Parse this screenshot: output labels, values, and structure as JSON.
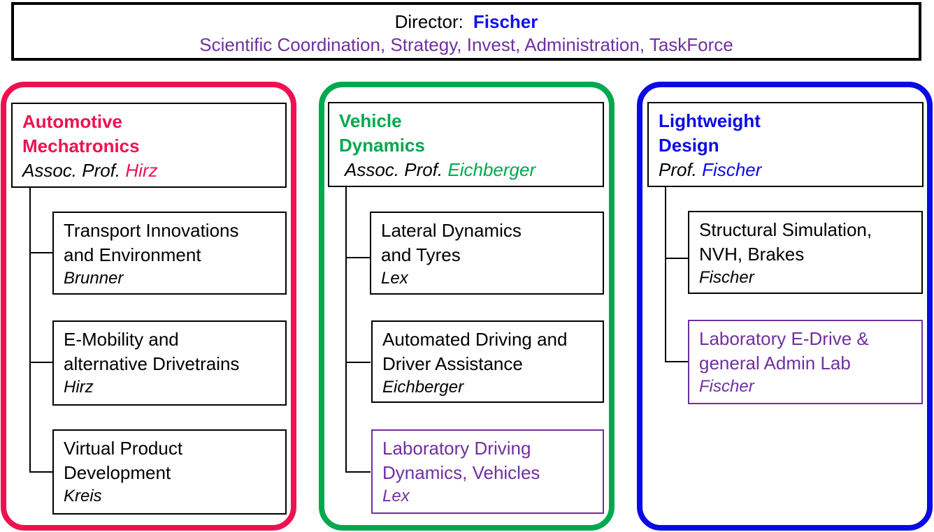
{
  "director": {
    "label": "Director:",
    "name": "Fischer",
    "tasks": "Scientific Coordination, Strategy, Invest, Administration, TaskForce"
  },
  "colors": {
    "red": "#ee1150",
    "green": "#00a84f",
    "blue": "#0a0ae6",
    "purple": "#7030a0"
  },
  "groups": [
    {
      "title_line1": "Automotive",
      "title_line2": "Mechatronics",
      "prof_prefix": "Assoc. Prof.",
      "prof_name": "Hirz",
      "units": [
        {
          "line1": "Transport  Innovations",
          "line2": "and Environment",
          "lead": "Brunner"
        },
        {
          "line1": "E-Mobility and",
          "line2": "alternative Drivetrains",
          "lead": "Hirz"
        },
        {
          "line1": "Virtual Product",
          "line2": "Development",
          "lead": "Kreis"
        }
      ]
    },
    {
      "title_line1": "Vehicle",
      "title_line2": "Dynamics",
      "prof_prefix": "Assoc. Prof.",
      "prof_name": "Eichberger",
      "units": [
        {
          "line1": "Lateral Dynamics",
          "line2": "and Tyres",
          "lead": "Lex"
        },
        {
          "line1": "Automated Driving and",
          "line2": "Driver Assistance",
          "lead": "Eichberger"
        },
        {
          "line1": "Laboratory Driving",
          "line2": "Dynamics, Vehicles",
          "lead": "Lex"
        }
      ]
    },
    {
      "title_line1": "Lightweight",
      "title_line2": "Design",
      "prof_prefix": "Prof.",
      "prof_name": "Fischer",
      "units": [
        {
          "line1": "Structural Simulation,",
          "line2": "NVH, Brakes",
          "lead": "Fischer"
        },
        {
          "line1": "Laboratory  E-Drive &",
          "line2": "general Admin Lab",
          "lead": "Fischer"
        }
      ]
    }
  ]
}
